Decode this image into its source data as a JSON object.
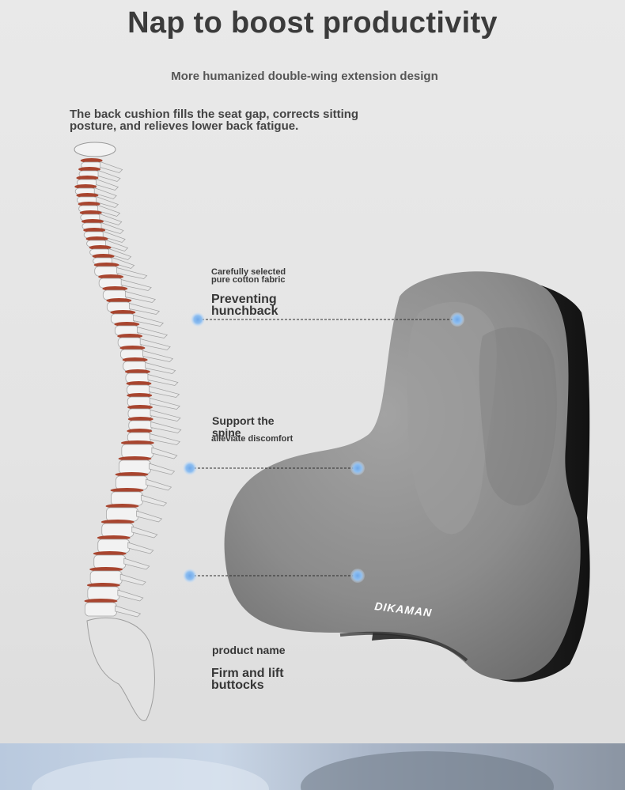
{
  "headline": "Nap to boost productivity",
  "subheadline": "More humanized double-wing extension design",
  "intro": "The back cushion fills the seat gap, corrects sitting\n posture, and relieves lower back fatigue.",
  "labels": {
    "fabric": "Carefully selected\n pure cotton fabric",
    "hunchback": "Preventing\n hunchback",
    "support": "Support the\n spine",
    "discomfort": "alleviate discomfort",
    "product_name": "product name",
    "buttocks": "Firm and lift\n buttocks"
  },
  "brand": "DIKAMAN",
  "colors": {
    "background": "#e6e6e6",
    "cushion": "#8d8d8d",
    "cushion_back": "#1e1e1e",
    "dot": "#7fb3ea",
    "vertebra": "#f2f2f2",
    "disc": "#a8452f"
  }
}
